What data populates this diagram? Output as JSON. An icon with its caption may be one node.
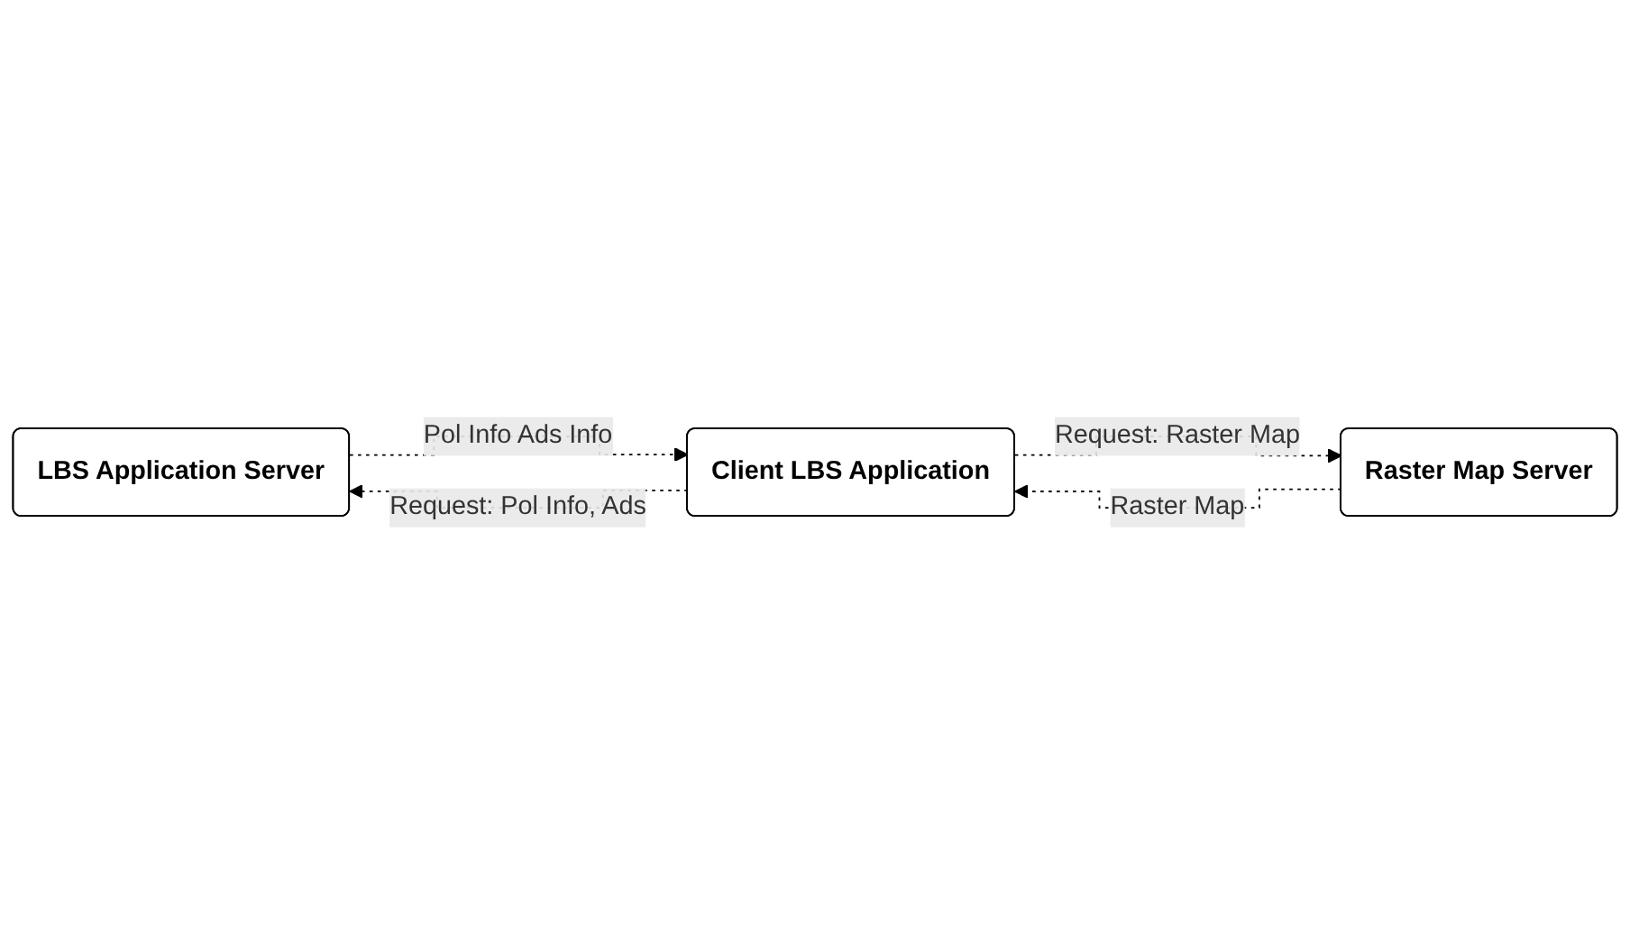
{
  "diagram": {
    "nodes": [
      {
        "text": [
          "LBS Application Server"
        ]
      },
      {
        "text": [
          "Client LBS Application"
        ]
      },
      {
        "text": [
          "Raster Map Server"
        ]
      }
    ],
    "edges": [
      {
        "from": 0,
        "to": 1,
        "arrow": "to",
        "label": "Pol Info Ads Info",
        "style": "dashed"
      },
      {
        "from": 1,
        "to": 0,
        "arrow": "to",
        "label": "Request: Pol Info, Ads",
        "style": "dashed"
      },
      {
        "from": 1,
        "to": 2,
        "arrow": "to",
        "label": "Request: Raster Map",
        "style": "dashed"
      },
      {
        "from": 2,
        "to": 1,
        "arrow": "to",
        "label": "Raster Map",
        "style": "dashed"
      }
    ]
  }
}
